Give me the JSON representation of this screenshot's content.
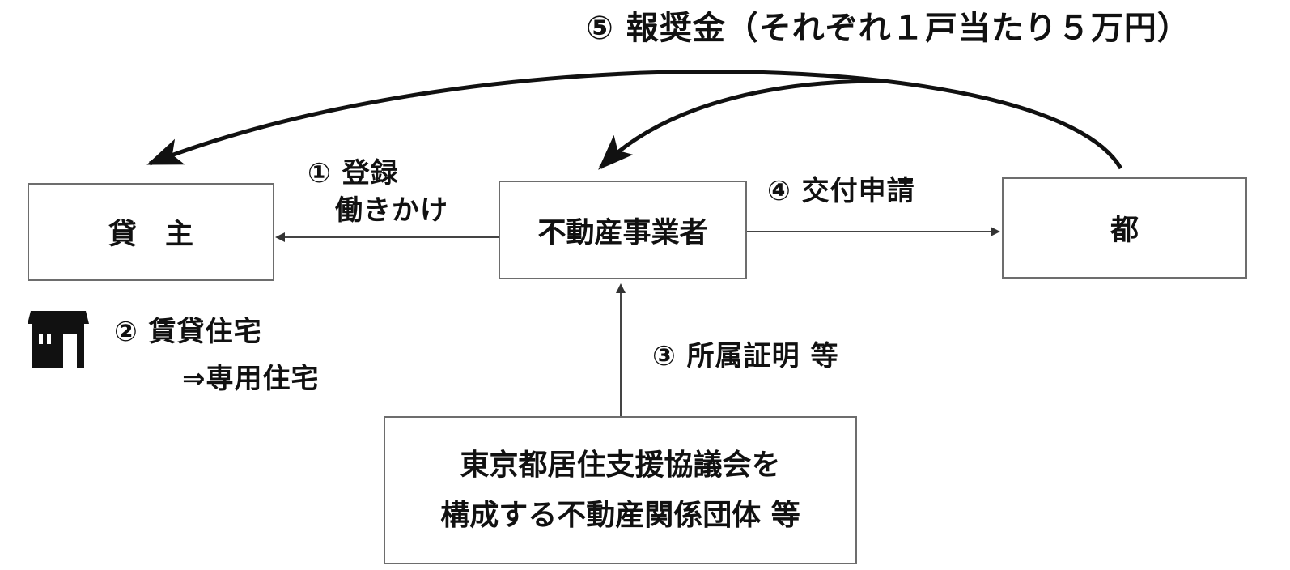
{
  "title": "⑤ 報奨金（それぞれ１戸当たり５万円）",
  "nodes": {
    "lessor": "貸　主",
    "agent": "不動産事業者",
    "tokyo": "都",
    "council_line1": "東京都居住支援協議会を",
    "council_line2": "構成する不動産関係団体 等"
  },
  "steps": {
    "step1_line1": "① 登録",
    "step1_line2": "働きかけ",
    "step2_line1": "② 賃貸住宅",
    "step2_line2": "⇒専用住宅",
    "step3": "③ 所属証明 等",
    "step4": "④ 交付申請"
  },
  "icons": {
    "house": "house-icon"
  },
  "colors": {
    "line": "#3a3a3a",
    "box_border": "#6d6d6d",
    "text": "#111111"
  }
}
